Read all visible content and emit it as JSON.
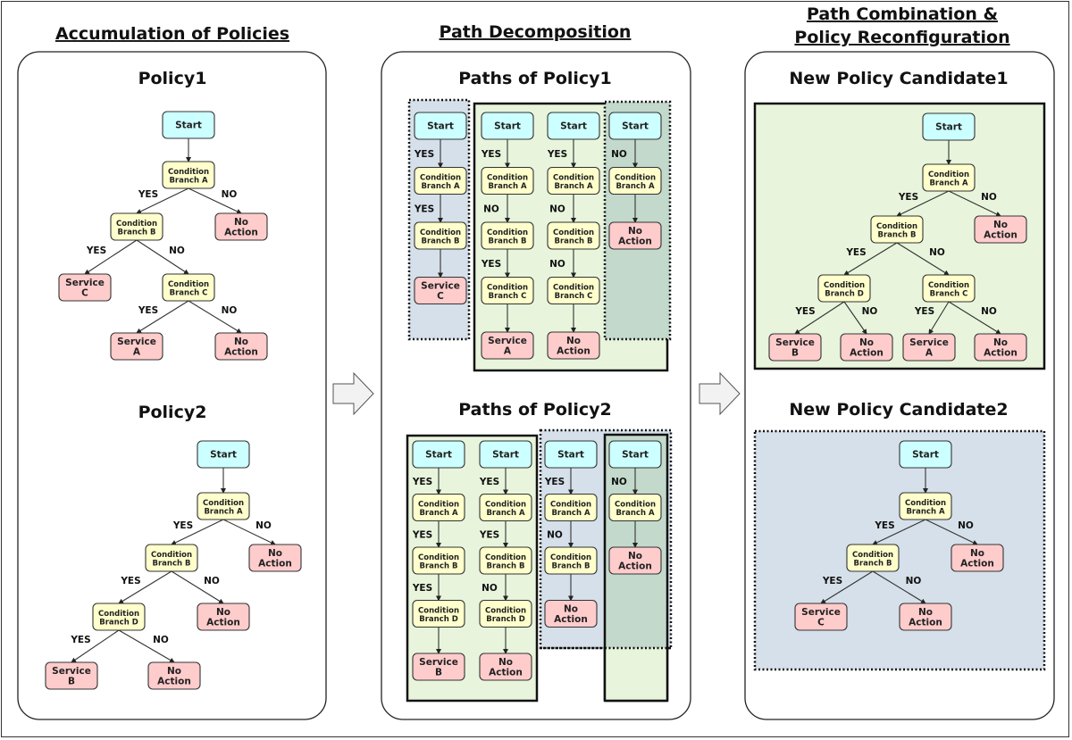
{
  "sections": [
    {
      "id": "accumulation",
      "title_lines": [
        "Accumulation of Policies"
      ]
    },
    {
      "id": "decomposition",
      "title_lines": [
        "Path Decomposition"
      ]
    },
    {
      "id": "combination",
      "title_lines": [
        "Path Combination &",
        "Policy Reconfiguration"
      ]
    }
  ],
  "panels": {
    "policy1": "Policy1",
    "policy2": "Policy2",
    "paths1": "Paths of Policy1",
    "paths2": "Paths of Policy2",
    "candidate1": "New Policy Candidate1",
    "candidate2": "New Policy Candidate2"
  },
  "colors": {
    "start": "#ccffff",
    "condition": "#ffffcc",
    "action": "#ffcccc",
    "green_group": "#e8f5dc",
    "blue_group": "#d6e0ea",
    "teal_group": "#c3d9cc",
    "arrow_fill": "#f2f2f2"
  },
  "labels": {
    "yes": "YES",
    "no": "NO"
  },
  "trees": {
    "policy1": {
      "nodes": [
        {
          "id": "s",
          "type": "start",
          "lines": [
            "Start"
          ]
        },
        {
          "id": "a",
          "type": "condition",
          "lines": [
            "Condition",
            "Branch A"
          ]
        },
        {
          "id": "na1",
          "type": "action",
          "lines": [
            "No",
            "Action"
          ]
        },
        {
          "id": "b",
          "type": "condition",
          "lines": [
            "Condition",
            "Branch B"
          ]
        },
        {
          "id": "sc",
          "type": "action",
          "lines": [
            "Service",
            "C"
          ]
        },
        {
          "id": "c",
          "type": "condition",
          "lines": [
            "Condition",
            "Branch C"
          ]
        },
        {
          "id": "sa",
          "type": "action",
          "lines": [
            "Service",
            "A"
          ]
        },
        {
          "id": "na2",
          "type": "action",
          "lines": [
            "No",
            "Action"
          ]
        }
      ],
      "edges": [
        {
          "from": "s",
          "to": "a",
          "label": ""
        },
        {
          "from": "a",
          "to": "b",
          "label": "YES"
        },
        {
          "from": "a",
          "to": "na1",
          "label": "NO"
        },
        {
          "from": "b",
          "to": "sc",
          "label": "YES"
        },
        {
          "from": "b",
          "to": "c",
          "label": "NO"
        },
        {
          "from": "c",
          "to": "sa",
          "label": "YES"
        },
        {
          "from": "c",
          "to": "na2",
          "label": "NO"
        }
      ]
    },
    "policy2": {
      "nodes": [
        {
          "id": "s",
          "type": "start",
          "lines": [
            "Start"
          ]
        },
        {
          "id": "a",
          "type": "condition",
          "lines": [
            "Condition",
            "Branch A"
          ]
        },
        {
          "id": "na1",
          "type": "action",
          "lines": [
            "No",
            "Action"
          ]
        },
        {
          "id": "b",
          "type": "condition",
          "lines": [
            "Condition",
            "Branch B"
          ]
        },
        {
          "id": "na2",
          "type": "action",
          "lines": [
            "No",
            "Action"
          ]
        },
        {
          "id": "d",
          "type": "condition",
          "lines": [
            "Condition",
            "Branch D"
          ]
        },
        {
          "id": "sb",
          "type": "action",
          "lines": [
            "Service",
            "B"
          ]
        },
        {
          "id": "na3",
          "type": "action",
          "lines": [
            "No",
            "Action"
          ]
        }
      ],
      "edges": [
        {
          "from": "s",
          "to": "a",
          "label": ""
        },
        {
          "from": "a",
          "to": "b",
          "label": "YES"
        },
        {
          "from": "a",
          "to": "na1",
          "label": "NO"
        },
        {
          "from": "b",
          "to": "d",
          "label": "YES"
        },
        {
          "from": "b",
          "to": "na2",
          "label": "NO"
        },
        {
          "from": "d",
          "to": "sb",
          "label": "YES"
        },
        {
          "from": "d",
          "to": "na3",
          "label": "NO"
        }
      ]
    },
    "candidate1": {
      "nodes": [
        {
          "id": "s",
          "type": "start",
          "lines": [
            "Start"
          ]
        },
        {
          "id": "a",
          "type": "condition",
          "lines": [
            "Condition",
            "Branch A"
          ]
        },
        {
          "id": "na1",
          "type": "action",
          "lines": [
            "No",
            "Action"
          ]
        },
        {
          "id": "b",
          "type": "condition",
          "lines": [
            "Condition",
            "Branch B"
          ]
        },
        {
          "id": "d",
          "type": "condition",
          "lines": [
            "Condition",
            "Branch D"
          ]
        },
        {
          "id": "c",
          "type": "condition",
          "lines": [
            "Condition",
            "Branch C"
          ]
        },
        {
          "id": "sb",
          "type": "action",
          "lines": [
            "Service",
            "B"
          ]
        },
        {
          "id": "na2",
          "type": "action",
          "lines": [
            "No",
            "Action"
          ]
        },
        {
          "id": "sa",
          "type": "action",
          "lines": [
            "Service",
            "A"
          ]
        },
        {
          "id": "na3",
          "type": "action",
          "lines": [
            "No",
            "Action"
          ]
        }
      ],
      "edges": [
        {
          "from": "s",
          "to": "a",
          "label": ""
        },
        {
          "from": "a",
          "to": "b",
          "label": "YES"
        },
        {
          "from": "a",
          "to": "na1",
          "label": "NO"
        },
        {
          "from": "b",
          "to": "d",
          "label": "YES"
        },
        {
          "from": "b",
          "to": "c",
          "label": "NO"
        },
        {
          "from": "d",
          "to": "sb",
          "label": "YES"
        },
        {
          "from": "d",
          "to": "na2",
          "label": "NO"
        },
        {
          "from": "c",
          "to": "sa",
          "label": "YES"
        },
        {
          "from": "c",
          "to": "na3",
          "label": "NO"
        }
      ]
    },
    "candidate2": {
      "nodes": [
        {
          "id": "s",
          "type": "start",
          "lines": [
            "Start"
          ]
        },
        {
          "id": "a",
          "type": "condition",
          "lines": [
            "Condition",
            "Branch A"
          ]
        },
        {
          "id": "na1",
          "type": "action",
          "lines": [
            "No",
            "Action"
          ]
        },
        {
          "id": "b",
          "type": "condition",
          "lines": [
            "Condition",
            "Branch B"
          ]
        },
        {
          "id": "sc",
          "type": "action",
          "lines": [
            "Service",
            "C"
          ]
        },
        {
          "id": "na2",
          "type": "action",
          "lines": [
            "No",
            "Action"
          ]
        }
      ],
      "edges": [
        {
          "from": "s",
          "to": "a",
          "label": ""
        },
        {
          "from": "a",
          "to": "b",
          "label": "YES"
        },
        {
          "from": "a",
          "to": "na1",
          "label": "NO"
        },
        {
          "from": "b",
          "to": "sc",
          "label": "YES"
        },
        {
          "from": "b",
          "to": "na2",
          "label": "NO"
        }
      ]
    }
  },
  "paths": {
    "policy1": [
      {
        "steps": [
          [
            "start",
            "Start"
          ],
          [
            "condition",
            "Condition|Branch A"
          ],
          [
            "condition",
            "Condition|Branch B"
          ],
          [
            "action",
            "Service|C"
          ]
        ],
        "labels": [
          "",
          "YES",
          "YES"
        ]
      },
      {
        "steps": [
          [
            "start",
            "Start"
          ],
          [
            "condition",
            "Condition|Branch A"
          ],
          [
            "condition",
            "Condition|Branch B"
          ],
          [
            "condition",
            "Condition|Branch C"
          ],
          [
            "action",
            "Service|A"
          ]
        ],
        "labels": [
          "",
          "YES",
          "NO",
          "YES"
        ]
      },
      {
        "steps": [
          [
            "start",
            "Start"
          ],
          [
            "condition",
            "Condition|Branch A"
          ],
          [
            "condition",
            "Condition|Branch B"
          ],
          [
            "condition",
            "Condition|Branch C"
          ],
          [
            "action",
            "No|Action"
          ]
        ],
        "labels": [
          "",
          "YES",
          "NO",
          "NO"
        ]
      },
      {
        "steps": [
          [
            "start",
            "Start"
          ],
          [
            "condition",
            "Condition|Branch A"
          ],
          [
            "action",
            "No|Action"
          ]
        ],
        "labels": [
          "",
          "NO"
        ]
      }
    ],
    "policy2": [
      {
        "steps": [
          [
            "start",
            "Start"
          ],
          [
            "condition",
            "Condition|Branch A"
          ],
          [
            "condition",
            "Condition|Branch B"
          ],
          [
            "condition",
            "Condition|Branch D"
          ],
          [
            "action",
            "Service|B"
          ]
        ],
        "labels": [
          "",
          "YES",
          "YES",
          "YES"
        ]
      },
      {
        "steps": [
          [
            "start",
            "Start"
          ],
          [
            "condition",
            "Condition|Branch A"
          ],
          [
            "condition",
            "Condition|Branch B"
          ],
          [
            "condition",
            "Condition|Branch D"
          ],
          [
            "action",
            "No|Action"
          ]
        ],
        "labels": [
          "",
          "YES",
          "YES",
          "NO"
        ]
      },
      {
        "steps": [
          [
            "start",
            "Start"
          ],
          [
            "condition",
            "Condition|Branch A"
          ],
          [
            "condition",
            "Condition|Branch B"
          ],
          [
            "action",
            "No|Action"
          ]
        ],
        "labels": [
          "",
          "YES",
          "NO"
        ]
      },
      {
        "steps": [
          [
            "start",
            "Start"
          ],
          [
            "condition",
            "Condition|Branch A"
          ],
          [
            "action",
            "No|Action"
          ]
        ],
        "labels": [
          "",
          "NO"
        ]
      }
    ]
  }
}
